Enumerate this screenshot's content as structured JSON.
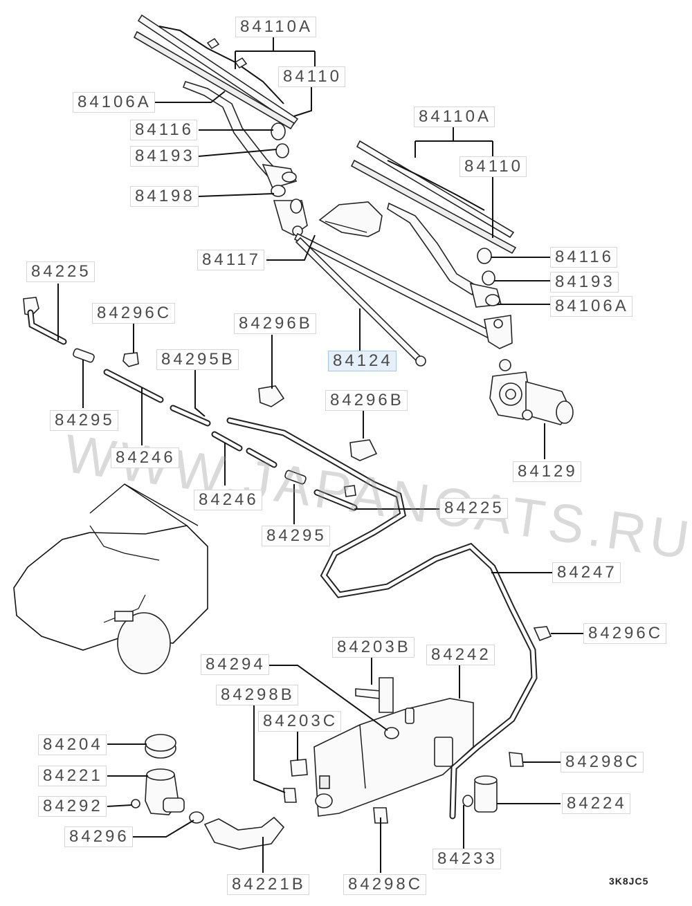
{
  "watermark": "WWW.JAPANCATS.RU",
  "diagram_code": "3K8JC5",
  "callouts": [
    {
      "id": "84110A",
      "label": "84110A"
    },
    {
      "id": "84110",
      "label": "84110"
    },
    {
      "id": "84106A",
      "label": "84106A"
    },
    {
      "id": "84116",
      "label": "84116"
    },
    {
      "id": "84193",
      "label": "84193"
    },
    {
      "id": "84198",
      "label": "84198"
    },
    {
      "id": "84110A_r",
      "label": "84110A"
    },
    {
      "id": "84110_r",
      "label": "84110"
    },
    {
      "id": "84117",
      "label": "84117"
    },
    {
      "id": "84116_r",
      "label": "84116"
    },
    {
      "id": "84193_r",
      "label": "84193"
    },
    {
      "id": "84106A_r",
      "label": "84106A"
    },
    {
      "id": "84225",
      "label": "84225"
    },
    {
      "id": "84296C",
      "label": "84296C"
    },
    {
      "id": "84296B",
      "label": "84296B"
    },
    {
      "id": "84295B",
      "label": "84295B"
    },
    {
      "id": "84124",
      "label": "84124",
      "selected": true
    },
    {
      "id": "84295",
      "label": "84295"
    },
    {
      "id": "84296B_2",
      "label": "84296B"
    },
    {
      "id": "84129",
      "label": "84129"
    },
    {
      "id": "84246",
      "label": "84246"
    },
    {
      "id": "84246_2",
      "label": "84246"
    },
    {
      "id": "84225_2",
      "label": "84225"
    },
    {
      "id": "84295_2",
      "label": "84295"
    },
    {
      "id": "84247",
      "label": "84247"
    },
    {
      "id": "84296C_2",
      "label": "84296C"
    },
    {
      "id": "84203B",
      "label": "84203B"
    },
    {
      "id": "84242",
      "label": "84242"
    },
    {
      "id": "84294",
      "label": "84294"
    },
    {
      "id": "84298B",
      "label": "84298B"
    },
    {
      "id": "84203C",
      "label": "84203C"
    },
    {
      "id": "84204",
      "label": "84204"
    },
    {
      "id": "84298C",
      "label": "84298C"
    },
    {
      "id": "84221",
      "label": "84221"
    },
    {
      "id": "84224",
      "label": "84224"
    },
    {
      "id": "84292",
      "label": "84292"
    },
    {
      "id": "84296",
      "label": "84296"
    },
    {
      "id": "84233",
      "label": "84233"
    },
    {
      "id": "84221B",
      "label": "84221B"
    },
    {
      "id": "84298C_2",
      "label": "84298C"
    }
  ]
}
